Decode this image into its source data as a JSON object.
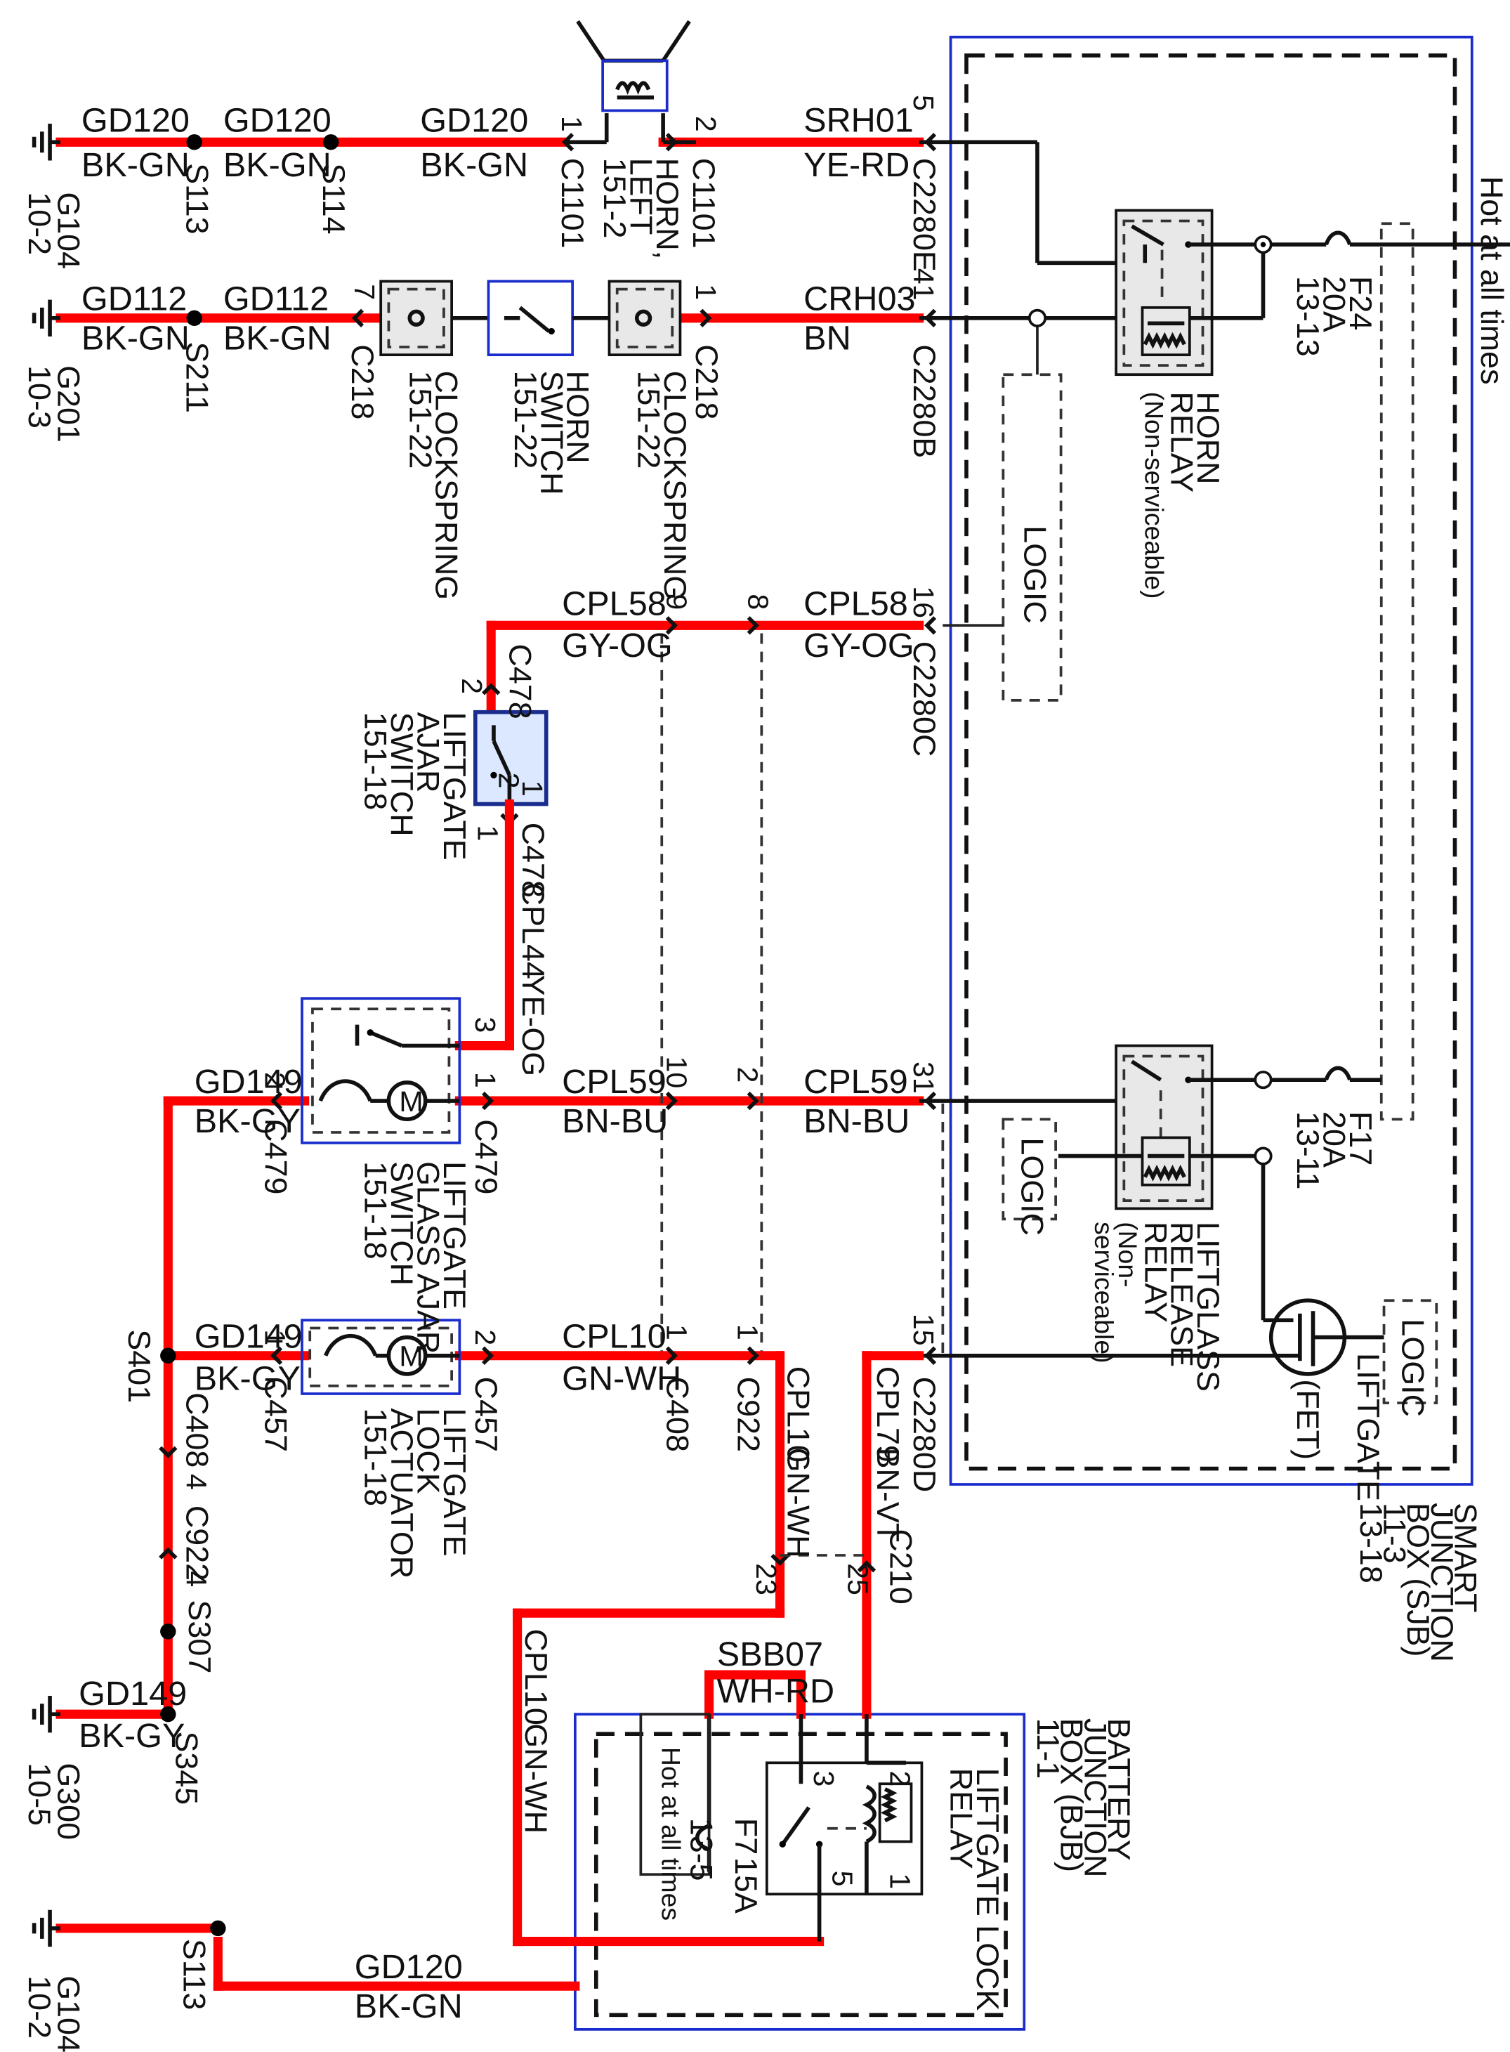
{
  "grounds": {
    "g104_top": {
      "id": "G104",
      "page": "10-2"
    },
    "g201": {
      "id": "G201",
      "page": "10-3"
    },
    "g300": {
      "id": "G300",
      "page": "10-5"
    },
    "g104_bottom": {
      "id": "G104",
      "page": "10-2"
    }
  },
  "splices": {
    "s113_top": "S113",
    "s114": "S114",
    "s211": "S211",
    "s401": "S401",
    "s307": "S307",
    "s345": "S345",
    "s113_bottom": "S113"
  },
  "circuits": {
    "gd120": {
      "name": "GD120",
      "color": "BK-GN"
    },
    "gd112": {
      "name": "GD112",
      "color": "BK-GN"
    },
    "gd149": {
      "name": "GD149",
      "color": "BK-GY"
    },
    "srh01": {
      "name": "SRH01",
      "color": "YE-RD"
    },
    "crh03": {
      "name": "CRH03",
      "color": "BN"
    },
    "cpl58": {
      "name": "CPL58",
      "color": "GY-OG"
    },
    "cpl44": {
      "name": "CPL44",
      "color": "YE-OG"
    },
    "cpl59": {
      "name": "CPL59",
      "color": "BN-BU"
    },
    "cpl10": {
      "name": "CPL10",
      "color": "GN-WH"
    },
    "cpl79": {
      "name": "CPL79",
      "color": "BN-VT"
    },
    "sbb07": {
      "name": "SBB07",
      "color": "WH-RD"
    }
  },
  "connectors": {
    "c1101": "C1101",
    "c2280e": "C2280E",
    "c218": "C218",
    "c2280b": "C2280B",
    "c2280c": "C2280C",
    "c478": "C478",
    "c479": "C479",
    "c457": "C457",
    "c408": "C408",
    "c922": "C922",
    "c2280d": "C2280D",
    "c210": "C210",
    "c408_pin": "C408",
    "c922_pin": "C922"
  },
  "pins": {
    "p1": "1",
    "p2": "2",
    "p3": "3",
    "p4": "4",
    "p5": "5",
    "p7": "7",
    "p8": "8",
    "p9": "9",
    "p10": "10",
    "p15": "15",
    "p16": "16",
    "p23": "23",
    "p25": "25",
    "p31": "31",
    "p41": "41"
  },
  "components": {
    "horn_left": [
      "HORN,",
      "LEFT",
      "151-2"
    ],
    "clockspring_a": [
      "CLOCKSPRING",
      "151-22"
    ],
    "horn_switch": [
      "HORN",
      "SWITCH",
      "151-22"
    ],
    "clockspring_b": [
      "CLOCKSPRING",
      "151-22"
    ],
    "horn_relay": [
      "HORN",
      "RELAY",
      "(Non-serviceable)"
    ],
    "liftgate_ajar": [
      "LIFTGATE",
      "AJAR",
      "SWITCH",
      "151-18"
    ],
    "liftglass_ajar": [
      "LIFTGATE",
      "GLASS AJAR",
      "SWITCH",
      "151-18"
    ],
    "liftgate_lock_actuator": [
      "LIFTGATE",
      "LOCK",
      "ACTUATOR",
      "151-18"
    ],
    "liftglass_release_relay": [
      "LIFTGLASS",
      "RELEASE",
      "RELAY",
      "(Non-",
      "serviceable)"
    ],
    "liftgate_fet": [
      "LIFTGATE",
      "(FET)"
    ],
    "liftgate_lock_relay": [
      "LIFTGATE LOCK",
      "RELAY"
    ],
    "sjb": [
      "SMART",
      "JUNCTION",
      "BOX (SJB)",
      "11-3",
      "13-18"
    ],
    "bjb": [
      "BATTERY",
      "JUNCTION",
      "BOX (BJB)",
      "11-1"
    ],
    "logic": "LOGIC"
  },
  "fuses": {
    "f24": [
      "F24",
      "20A",
      "13-13"
    ],
    "f17": [
      "F17",
      "20A",
      "13-11"
    ],
    "f7": [
      "F7",
      "15A",
      "13-5"
    ]
  },
  "notes": {
    "hot_at_all_times": "Hot at all times",
    "motor": "M"
  }
}
